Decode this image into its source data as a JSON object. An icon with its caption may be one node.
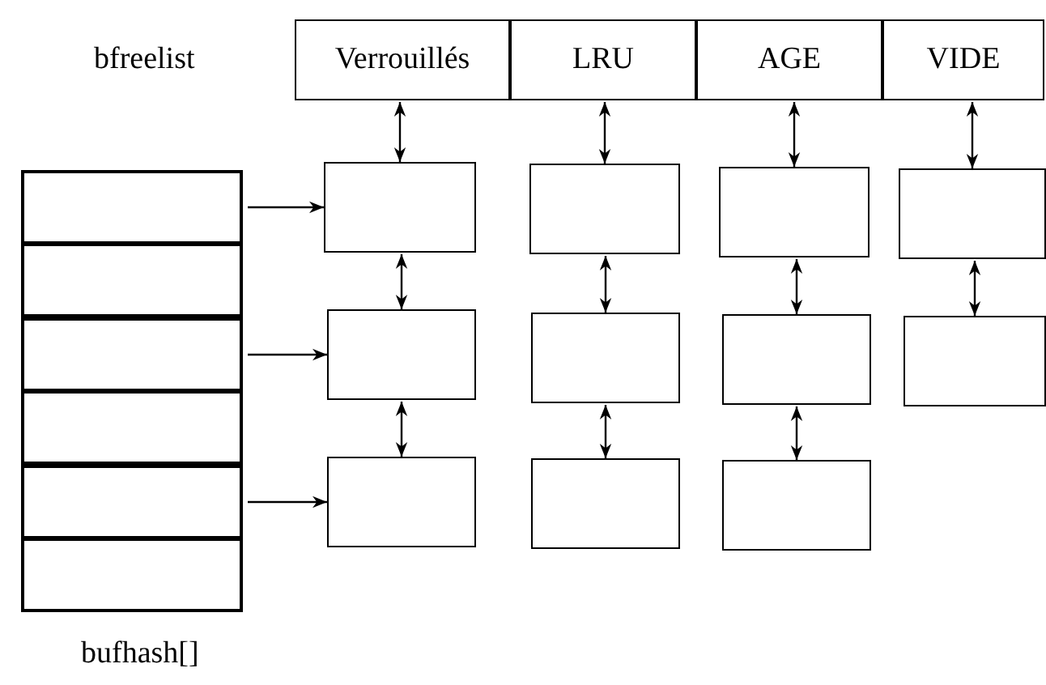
{
  "diagram": {
    "nodes": [
      {
        "text": [
          "Verrouillés"
        ]
      },
      {
        "text": [
          "LRU"
        ]
      },
      {
        "text": [
          "AGE"
        ]
      },
      {
        "text": [
          "VIDE"
        ]
      },
      {
        "text": [],
        "shape": "box"
      },
      {
        "text": [],
        "shape": "box"
      },
      {
        "text": [],
        "shape": "box"
      },
      {
        "text": [],
        "shape": "box"
      },
      {
        "text": [],
        "shape": "box"
      },
      {
        "text": [],
        "shape": "box"
      },
      {
        "text": [],
        "shape": "box"
      },
      {
        "text": [],
        "shape": "box"
      },
      {
        "text": [],
        "shape": "box"
      },
      {
        "text": [],
        "shape": "box"
      },
      {
        "text": [],
        "shape": "box"
      },
      {
        "text": [],
        "shape": "box"
      },
      {
        "text": [],
        "shape": "box"
      },
      {
        "text": [],
        "shape": "box"
      },
      {
        "text": [],
        "shape": "box"
      },
      {
        "text": [],
        "shape": "box"
      },
      {
        "text": [],
        "shape": "box"
      }
    ],
    "edges": [
      {
        "from": 0,
        "to": 10,
        "arrow": "both"
      },
      {
        "from": 10,
        "to": 11,
        "arrow": "both"
      },
      {
        "from": 11,
        "to": 12,
        "arrow": "both"
      },
      {
        "from": 1,
        "to": 13,
        "arrow": "both"
      },
      {
        "from": 13,
        "to": 14,
        "arrow": "both"
      },
      {
        "from": 14,
        "to": 15,
        "arrow": "both"
      },
      {
        "from": 2,
        "to": 16,
        "arrow": "both"
      },
      {
        "from": 16,
        "to": 17,
        "arrow": "both"
      },
      {
        "from": 17,
        "to": 18,
        "arrow": "both"
      },
      {
        "from": 3,
        "to": 19,
        "arrow": "both"
      },
      {
        "from": 19,
        "to": 20,
        "arrow": "both"
      },
      {
        "from": 4,
        "to": 10,
        "arrow": "to"
      },
      {
        "from": 6,
        "to": 11,
        "arrow": "to"
      },
      {
        "from": 8,
        "to": 12,
        "arrow": "to"
      }
    ],
    "labels": [
      "bfreelist",
      "bufhash[]"
    ]
  }
}
